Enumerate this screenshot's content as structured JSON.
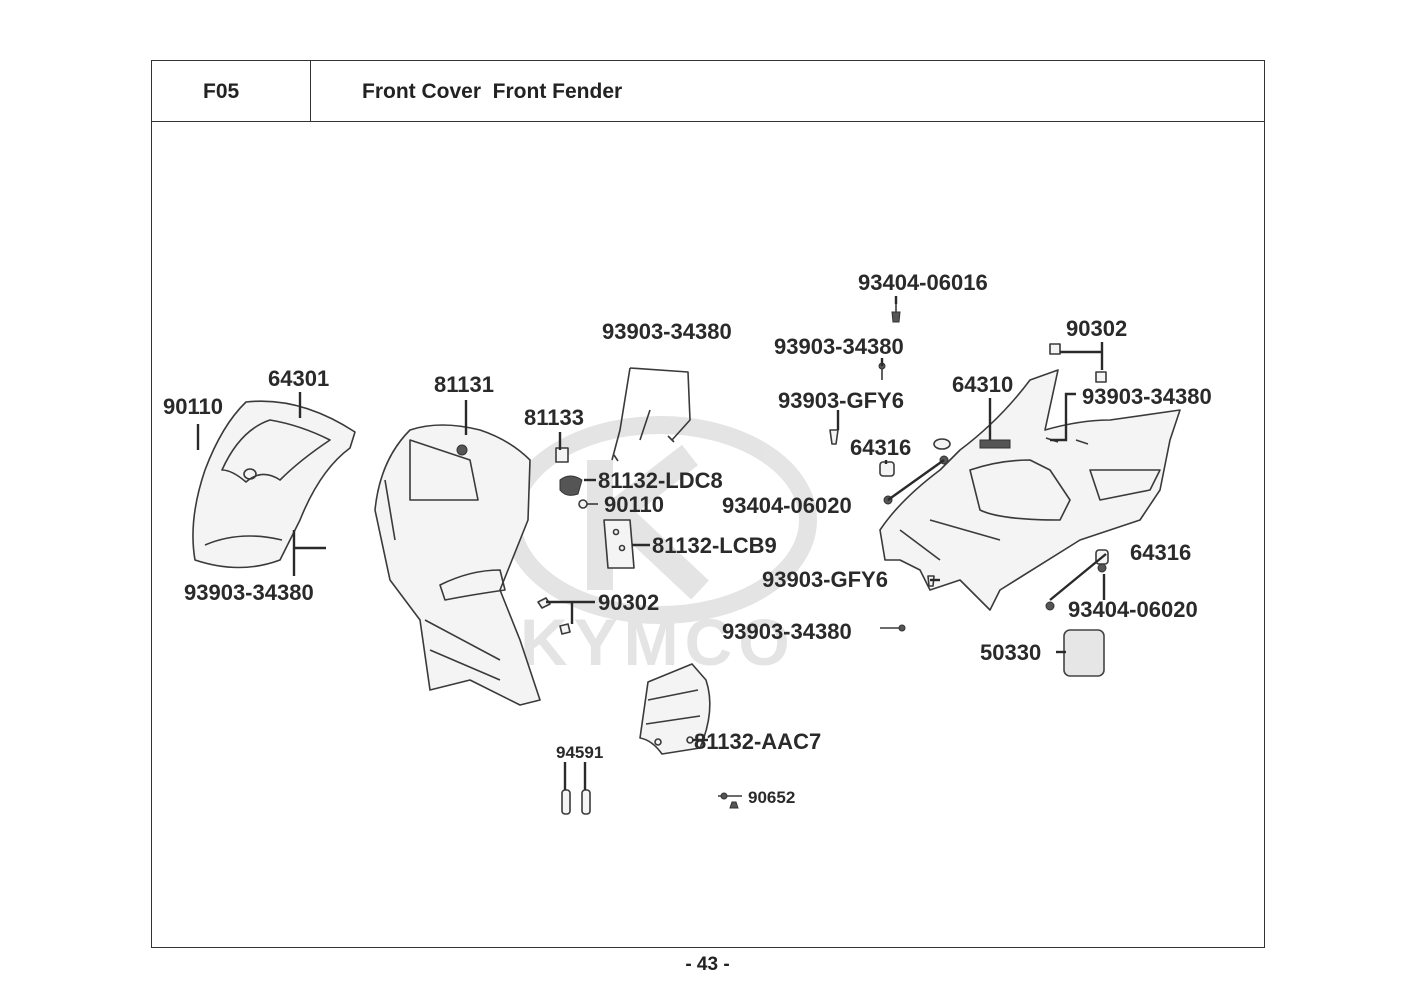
{
  "header": {
    "page_code": "F05",
    "title": "Front Cover  Front Fender"
  },
  "watermark": {
    "brand": "KYMCO",
    "color": "#cfcfcf"
  },
  "parts": [
    {
      "id": "p64301",
      "label": "64301"
    },
    {
      "id": "p90110a",
      "label": "90110"
    },
    {
      "id": "p93903a",
      "label": "93903-34380"
    },
    {
      "id": "p81131",
      "label": "81131"
    },
    {
      "id": "p93903b",
      "label": "93903-34380"
    },
    {
      "id": "p81133",
      "label": "81133"
    },
    {
      "id": "p81132ldc8",
      "label": "81132-LDC8"
    },
    {
      "id": "p90110b",
      "label": "90110"
    },
    {
      "id": "p81132lcb9",
      "label": "81132-LCB9"
    },
    {
      "id": "p90302a",
      "label": "90302"
    },
    {
      "id": "p81132aac7",
      "label": "81132-AAC7"
    },
    {
      "id": "p94591",
      "label": "94591"
    },
    {
      "id": "p90652",
      "label": "90652"
    },
    {
      "id": "p93404a",
      "label": "93404-06016"
    },
    {
      "id": "p93903c",
      "label": "93903-34380"
    },
    {
      "id": "p93903gfy6a",
      "label": "93903-GFY6"
    },
    {
      "id": "p64316a",
      "label": "64316"
    },
    {
      "id": "p93404b",
      "label": "93404-06020"
    },
    {
      "id": "p93903gfy6b",
      "label": "93903-GFY6"
    },
    {
      "id": "p93903d",
      "label": "93903-34380"
    },
    {
      "id": "p64310",
      "label": "64310"
    },
    {
      "id": "p90302b",
      "label": "90302"
    },
    {
      "id": "p93903e",
      "label": "93903-34380"
    },
    {
      "id": "p64316b",
      "label": "64316"
    },
    {
      "id": "p93404c",
      "label": "93404-06020"
    },
    {
      "id": "p50330",
      "label": "50330"
    }
  ],
  "footer": {
    "page_number": "- 43 -"
  }
}
